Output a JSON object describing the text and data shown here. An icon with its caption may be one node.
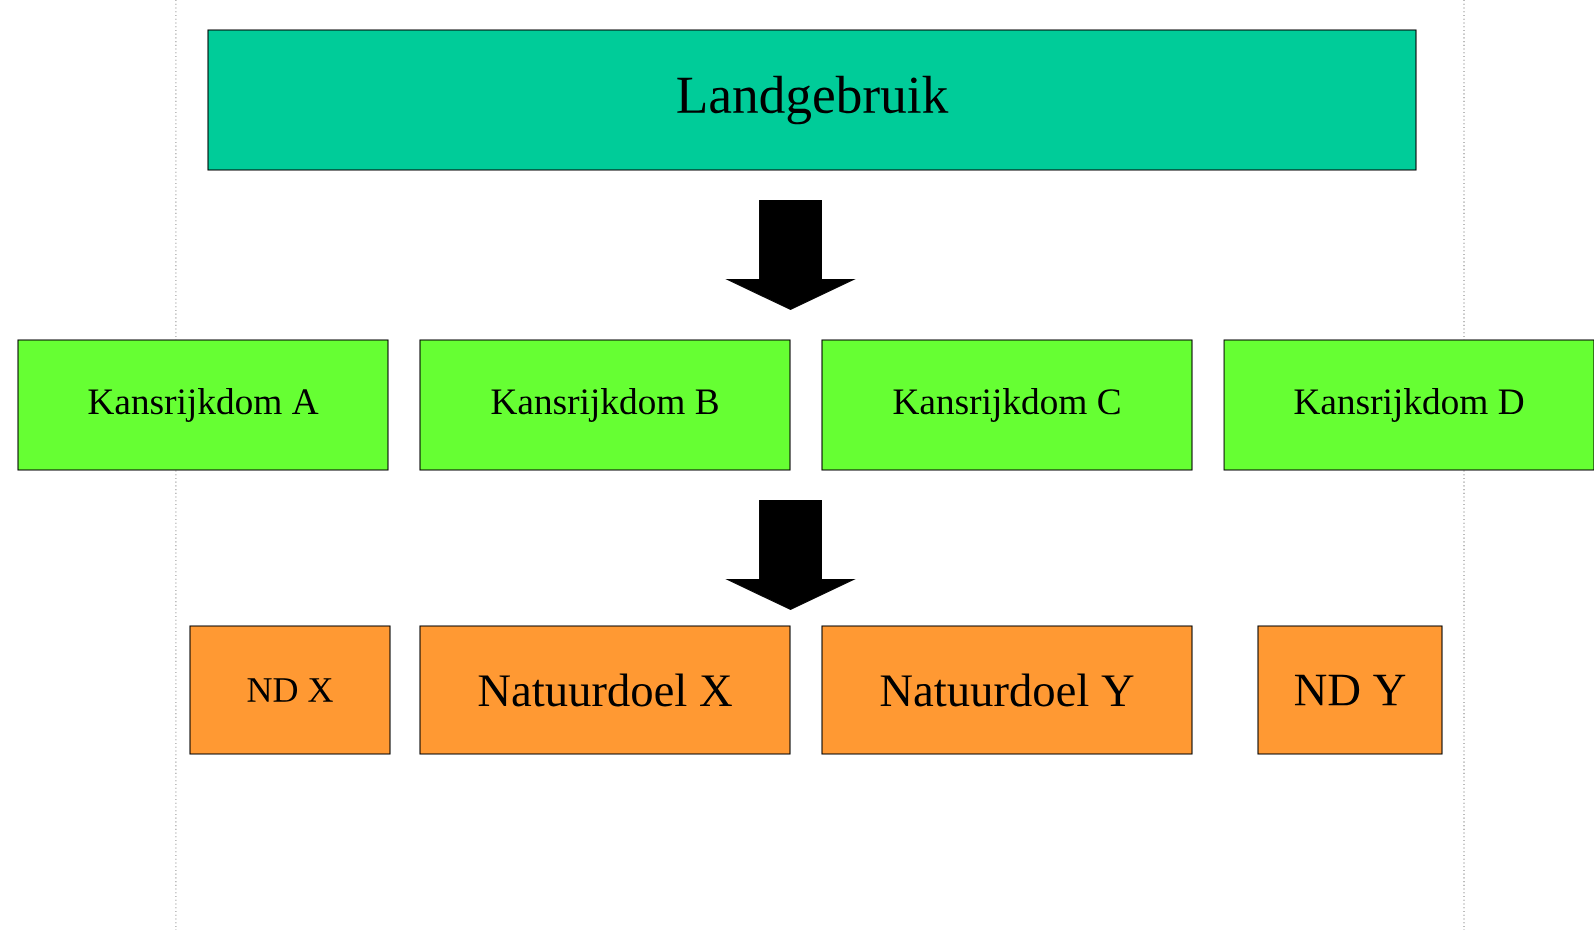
{
  "diagram": {
    "nodes": [
      {
        "text": [
          "Landgebruik"
        ]
      },
      {
        "text": [
          "Kansrijkdom A"
        ]
      },
      {
        "text": [
          "Kansrijkdom B"
        ]
      },
      {
        "text": [
          "Kansrijkdom C"
        ]
      },
      {
        "text": [
          "Kansrijkdom D"
        ]
      },
      {
        "text": [
          "ND X"
        ]
      },
      {
        "text": [
          "Natuurdoel X"
        ]
      },
      {
        "text": [
          "Natuurdoel Y"
        ]
      },
      {
        "text": [
          "ND Y"
        ]
      }
    ],
    "edges": [
      {
        "from": 0,
        "to": 2,
        "arrow": "to"
      },
      {
        "from": 2,
        "to": 6,
        "arrow": "to"
      }
    ]
  }
}
